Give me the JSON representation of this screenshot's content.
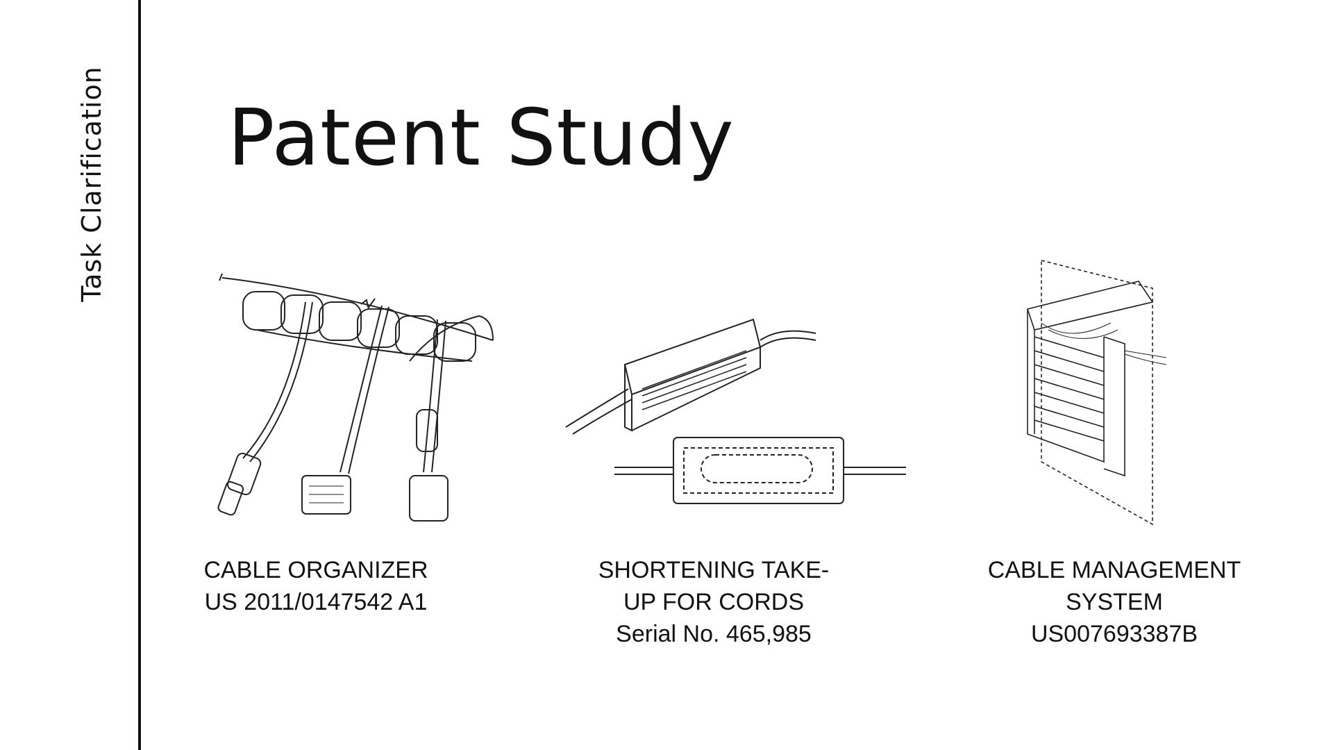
{
  "sidebar": {
    "section_label": "Task Clarification"
  },
  "slide": {
    "title": "Patent Study"
  },
  "patents": [
    {
      "title_line1": "CABLE ORGANIZER",
      "number": "US 2011/0147542 A1"
    },
    {
      "title_line1": "SHORTENING TAKE-",
      "title_line2": "UP FOR CORDS",
      "number": "Serial No. 465,985"
    },
    {
      "title_line1": "CABLE MANAGEMENT",
      "title_line2": "SYSTEM",
      "number": "US007693387B"
    }
  ]
}
